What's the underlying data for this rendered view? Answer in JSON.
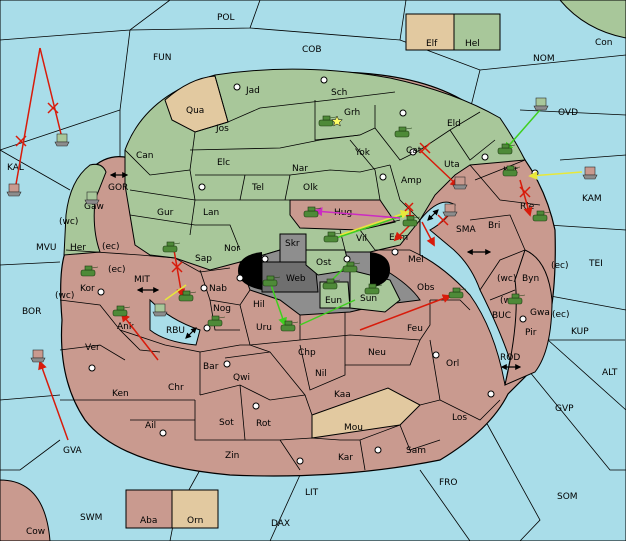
{
  "colors": {
    "sea": "#a9dde9",
    "green": "#a8c79a",
    "red": "#c99a8f",
    "tan": "#e2c9a0",
    "grey": "#8e8e8e",
    "dark_grey": "#6f6f6f",
    "border": "#000000",
    "arrow_red": "#d81b0b",
    "arrow_green": "#3fcf1f",
    "arrow_yellow": "#f3f34a",
    "arrow_magenta": "#cc2bc2"
  },
  "sea_labels": [
    "POL",
    "FUN",
    "COB",
    "NOM",
    "OVD",
    "KAL",
    "MVU",
    "BOR",
    "TEI",
    "KAM",
    "KUP",
    "ALT",
    "GVP",
    "BUC",
    "ROD",
    "SMA",
    "MIT",
    "GOR",
    "RBU",
    "GVA",
    "SWM",
    "LIT",
    "DAX",
    "FRO",
    "SOM"
  ],
  "green_labels": [
    "Jad",
    "Sch",
    "Jos",
    "Grh",
    "Eld",
    "Can",
    "Elc",
    "Nar",
    "Yok",
    "Cat",
    "Uta",
    "Gur",
    "Tel",
    "Olk",
    "Amp",
    "Kat",
    "Lan",
    "Hug",
    "Nor",
    "Skr",
    "Ost",
    "Vil",
    "Esm",
    "Gaw",
    "Her",
    "Sap",
    "Web",
    "Eun",
    "Sun",
    "Hel"
  ],
  "red_labels": [
    "Rie",
    "Bri",
    "Byn",
    "Mel",
    "Kor",
    "Nab",
    "Obs",
    "Gwa",
    "Pir",
    "Hil",
    "Nog",
    "Ank",
    "Uru",
    "Feu",
    "Ver",
    "Chp",
    "Neu",
    "Orl",
    "Bar",
    "Qwi",
    "Nil",
    "Ken",
    "Chr",
    "Kaa",
    "Los",
    "Ail",
    "Sot",
    "Rot",
    "Zin",
    "Kar",
    "Sam",
    "Aba",
    "Cow"
  ],
  "tan_labels": [
    "Qua",
    "Mou",
    "Orn",
    "Elf",
    "Con"
  ],
  "coastal_codes": [
    "(wc)",
    "(ec)",
    "(wc)",
    "(ec)",
    "(wc)",
    "(ec)",
    "(wc)",
    "(ec)"
  ],
  "unit_types": {
    "army": "tank-icon",
    "fleet": "ship-icon"
  }
}
